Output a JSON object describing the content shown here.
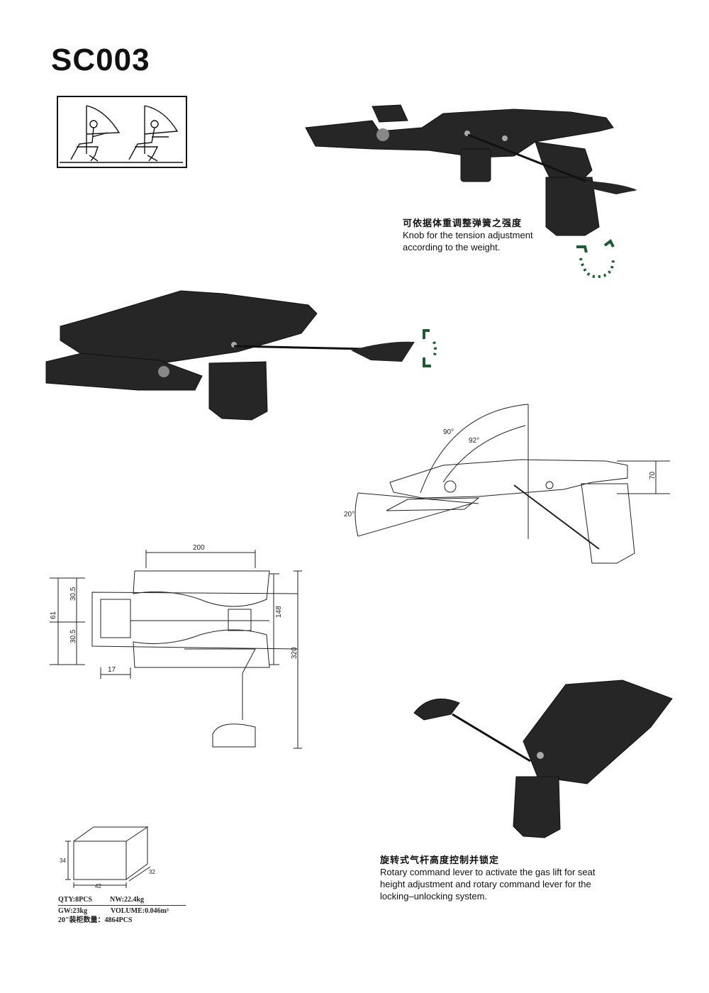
{
  "header": {
    "model": "SC003"
  },
  "features": {
    "tension_knob": {
      "cn": "可依据体重调整弹簧之强度",
      "en_line1": "Knob for the tension adjustment",
      "en_line2": "according to the weight."
    },
    "rotary_lever": {
      "cn": "旋转式气杆高度控制并锁定",
      "en_line1": "Rotary command lever to activate the gas lift for seat",
      "en_line2": "height adjustment and rotary command lever for the",
      "en_line3": "locking–unlocking system."
    }
  },
  "angles": {
    "a1": "90°",
    "a2": "92°",
    "a3": "20°",
    "height": "70"
  },
  "dimensions": {
    "width_top": "200",
    "span_148": "148",
    "total_320": "320",
    "left_61": "61",
    "half_a": "30.5",
    "half_b": "30.5",
    "slot_17": "17"
  },
  "carton": {
    "h": "34",
    "w": "42",
    "d": "32"
  },
  "packing": {
    "qty": "QTY:8PCS",
    "nw": "NW:22.4kg",
    "gw": "GW:23kg",
    "volume": "VOLUME:0.046m³",
    "container": "20\"装柜数量：4864PCS"
  },
  "colors": {
    "ink": "#111111",
    "arrow_green": "#1f5a33",
    "part": "#222222"
  }
}
